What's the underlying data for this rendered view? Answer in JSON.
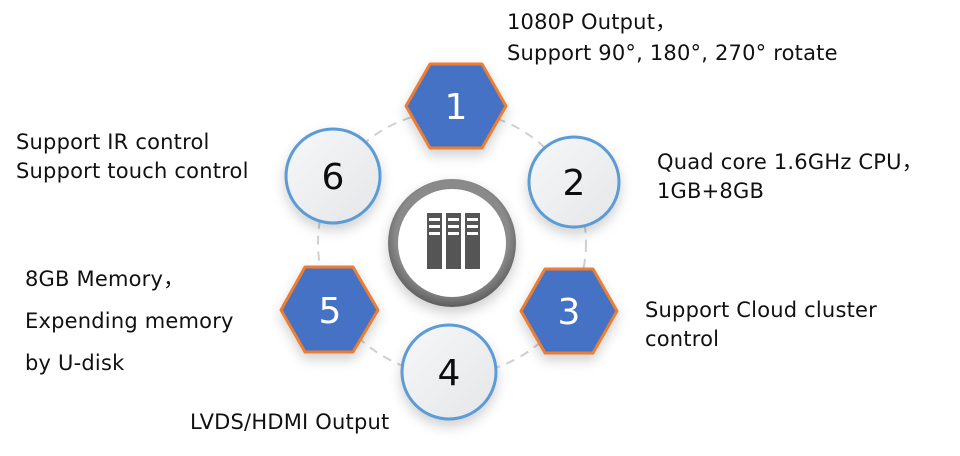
{
  "diagram": {
    "center": {
      "icon": "server-rack-icon"
    },
    "colors": {
      "hexagon_fill": "#4472c4",
      "hexagon_border": "#ed7d31",
      "circle_fill": "#eef0f2",
      "circle_border": "#5b9bd5",
      "center_ring": "#7a7a7a",
      "icon": "#555555",
      "connector": "#cfcfcf"
    },
    "nodes": [
      {
        "number": "1",
        "shape": "hexagon",
        "lines": [
          "1080P Output，",
          "Support 90°, 180°, 270° rotate"
        ]
      },
      {
        "number": "2",
        "shape": "circle",
        "lines": [
          "Quad core 1.6GHz CPU，",
          "1GB+8GB"
        ]
      },
      {
        "number": "3",
        "shape": "hexagon",
        "lines": [
          "Support Cloud cluster",
          "control"
        ]
      },
      {
        "number": "4",
        "shape": "circle",
        "lines": [
          "LVDS/HDMI Output"
        ]
      },
      {
        "number": "5",
        "shape": "hexagon",
        "lines": [
          "8GB Memory，",
          "Expending memory",
          "by U-disk"
        ]
      },
      {
        "number": "6",
        "shape": "circle",
        "lines": [
          "Support IR control",
          "Support touch control"
        ]
      }
    ]
  }
}
